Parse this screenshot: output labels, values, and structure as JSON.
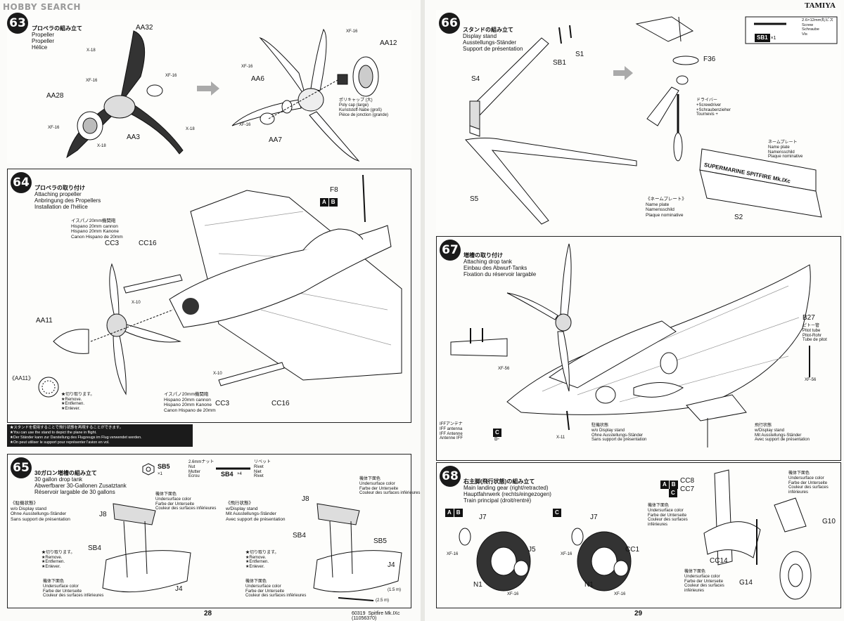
{
  "watermark": "HOBBY SEARCH",
  "brand": "TAMIYA",
  "page_left": "28",
  "page_right": "29",
  "footer_code": "60319",
  "footer_title": "Spitfire Mk.IXc (11056370)",
  "step63": {
    "num": "63",
    "jp": "プロペラの組み立て",
    "en": "Propeller",
    "de": "Propeller",
    "fr": "Hélice",
    "labels": {
      "aa32": "AA32",
      "aa28": "AA28",
      "aa3": "AA3",
      "aa12": "AA12",
      "aa6": "AA6",
      "aa7": "AA7",
      "x18": "X-18",
      "xf16": "XF-16"
    },
    "polycap": "ポリキャップ (大)\nPoly cap (large)\nKunststoff-Nabe (groß)\nPièce de jonction (grande)"
  },
  "step64": {
    "num": "64",
    "jp": "プロペラの取り付け",
    "en": "Attaching propeller",
    "de": "Anbringung des Propellers",
    "fr": "Installation de l'hélice",
    "labels": {
      "f8": "F8",
      "cc3": "CC3",
      "cc16": "CC16",
      "aa11": "AA11",
      "aa11b": "《AA11》",
      "x10": "X-10"
    },
    "boxes": [
      "A",
      "B"
    ],
    "cannon": "イスパノ20mm機関砲\nHispano 20mm cannon\nHispano 20mm Kanone\nCanon Hispano de 20mm",
    "remove": "★切り取ります。\n★Remove.\n★Entfernen.\n★Enlever.",
    "note": "★スタンドを使用することで飛行状態を再現することができます。\n★You can use the stand to depict the plane in flight.\n★Der Ständer kann zur Darstellung des Flugzeugs im Flug verwendet werden.\n★On peut utiliser le support pour représenter l'avion en vol."
  },
  "step65": {
    "num": "65",
    "jp": "30ガロン増槽の組み立て",
    "en": "30 gallon drop tank",
    "de": "Abwerfbarer 30-Gallonen Zusatztank",
    "fr": "Réservoir largable de 30 gallons",
    "sb5": "SB5",
    "sb5x": "×1",
    "nut": "2.6mmナット\nNut\nMutter\nEcrou",
    "sb4": "SB4",
    "sb4x": "×4",
    "rivet": "リベット\nRivet\nNiet\nRivet",
    "nostand": "《駐機状態》\nw/o Display stand\nOhne Ausstellungs-Ständer\nSans support de présentation",
    "withstand": "《飛行状態》\nw/Display stand\nMit Ausstellungs-Ständer\nAvec support de présentation",
    "under": "機体下面色\nUndersurface color\nFarbe der Unterseite\nCouleur des surfaces inférieures",
    "remove": "★切り取ります。\n★Remove.\n★Entfernen.\n★Enlever.",
    "labels": {
      "j8": "J8",
      "j4": "J4",
      "sb4": "SB4",
      "sb5": "SB5",
      "m15": "(1.5 m)",
      "m25": "(2.5 m)"
    }
  },
  "step66": {
    "num": "66",
    "jp": "スタンドの組み立て",
    "en": "Display stand",
    "de": "Ausstellungs-Ständer",
    "fr": "Support de présentation",
    "labels": {
      "s1": "S1",
      "sb1": "SB1",
      "s4": "S4",
      "s5": "S5",
      "f36": "F36",
      "s2": "S2"
    },
    "screw": "2.6×12mm丸ビス\nScrew\nSchraube\nVis",
    "sb1": "SB1",
    "sb1x": "×1",
    "driver": "ドライバー\n+Screwdriver\n+Schraubenzieher\nTournevis +",
    "nameplate_top": "ネームプレート\nName plate\nNamensschild\nPlaque nominative",
    "nameplate": "《ネームプレート》\nName plate\nNamensschild\nPlaque nominative",
    "plate_text": "SUPERMARINE SPITFIRE Mk.IXc"
  },
  "step67": {
    "num": "67",
    "jp": "増槽の取り付け",
    "en": "Attaching drop tank",
    "de": "Einbau des Abwurf-Tanks",
    "fr": "Fixation du réservoir largable",
    "labels": {
      "b27": "B27",
      "xf56": "XF-56",
      "x11": "X-11",
      "c": "C",
      "b": "b-"
    },
    "pitot": "ピトー管\nPitot tube\nPitot-Rohr\nTube de pitot",
    "iff": "IFFアンテナ\nIFF antenna\nIFF Antenne\nAntenne IFF",
    "nostand": "駐機状態\nw/o Display stand\nOhne Ausstellungs-Ständer\nSans support de présentation",
    "withstand": "飛行状態\nw/Display stand\nMit Ausstellungs-Ständer\nAvec support de présentation"
  },
  "step68": {
    "num": "68",
    "jp": "右主脚(飛行状態)の組み立て",
    "en": "Main landing gear (right/retracted)",
    "de": "Hauptfahrwerk (rechts/eingezogen)",
    "fr": "Train principal (droit/rentré)",
    "labels": {
      "j7": "J7",
      "j5": "J5",
      "n1": "N1",
      "cc1": "CC1",
      "xf16": "XF-16",
      "cc8": "CC8",
      "cc7": "CC7",
      "cc14": "CC14",
      "g10": "G10",
      "g14": "G14"
    },
    "under": "機体下面色\nUndersurface color\nFarbe der Unterseite\nCouleur des surfaces\ninférieures"
  }
}
